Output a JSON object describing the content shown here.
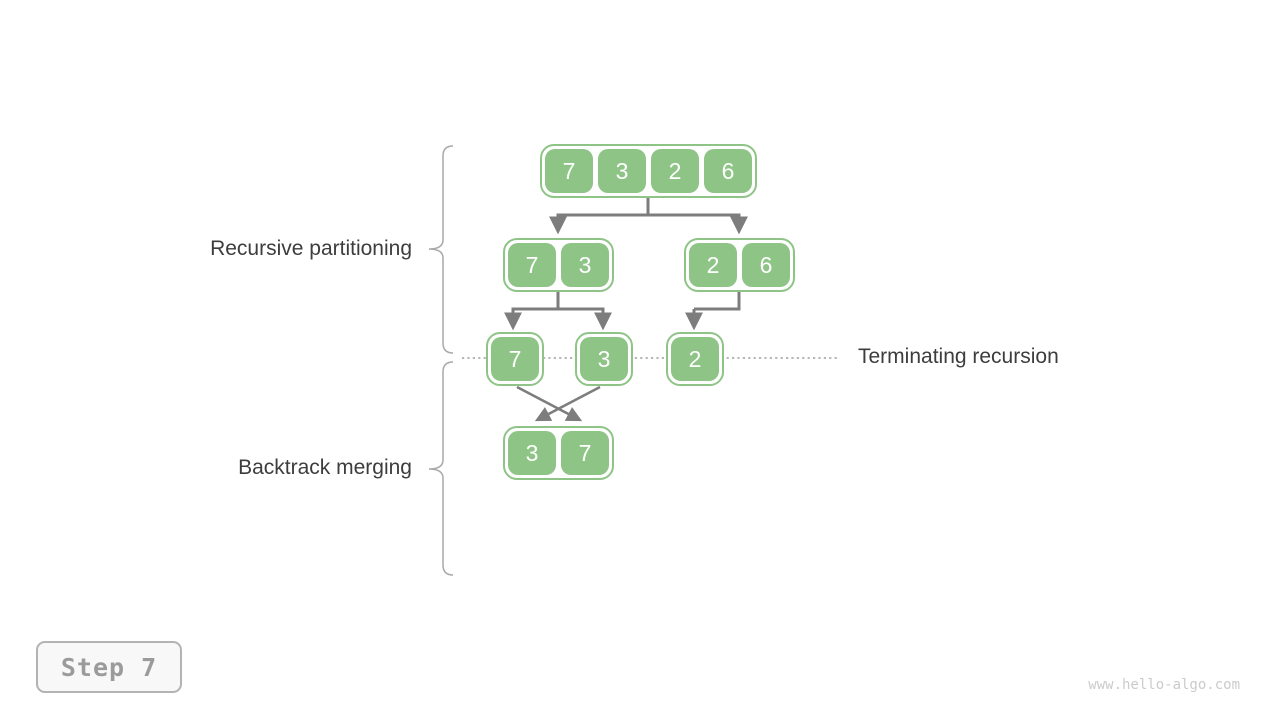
{
  "labels": {
    "recursive_partitioning": "Recursive partitioning",
    "backtrack_merging": "Backtrack merging",
    "terminating_recursion": "Terminating recursion"
  },
  "arrays": {
    "level1": [
      "7",
      "3",
      "2",
      "6"
    ],
    "level2_left": [
      "7",
      "3"
    ],
    "level2_right": [
      "2",
      "6"
    ],
    "level3_single_a": [
      "7"
    ],
    "level3_single_b": [
      "3"
    ],
    "level3_single_c": [
      "2"
    ],
    "level4_merged": [
      "3",
      "7"
    ]
  },
  "step_badge": {
    "label": "Step 7"
  },
  "watermark": {
    "text": "www.hello-algo.com"
  },
  "colors": {
    "cell_green": "#8fc487",
    "arrow_gray": "#7d7d7d",
    "brace_gray": "#a9a9a9",
    "dotted_gray": "#9e9e9e",
    "label_dark": "#3d3d3d",
    "badge_text_gray": "#9b9b9b",
    "watermark_gray": "#cbcbcb"
  }
}
